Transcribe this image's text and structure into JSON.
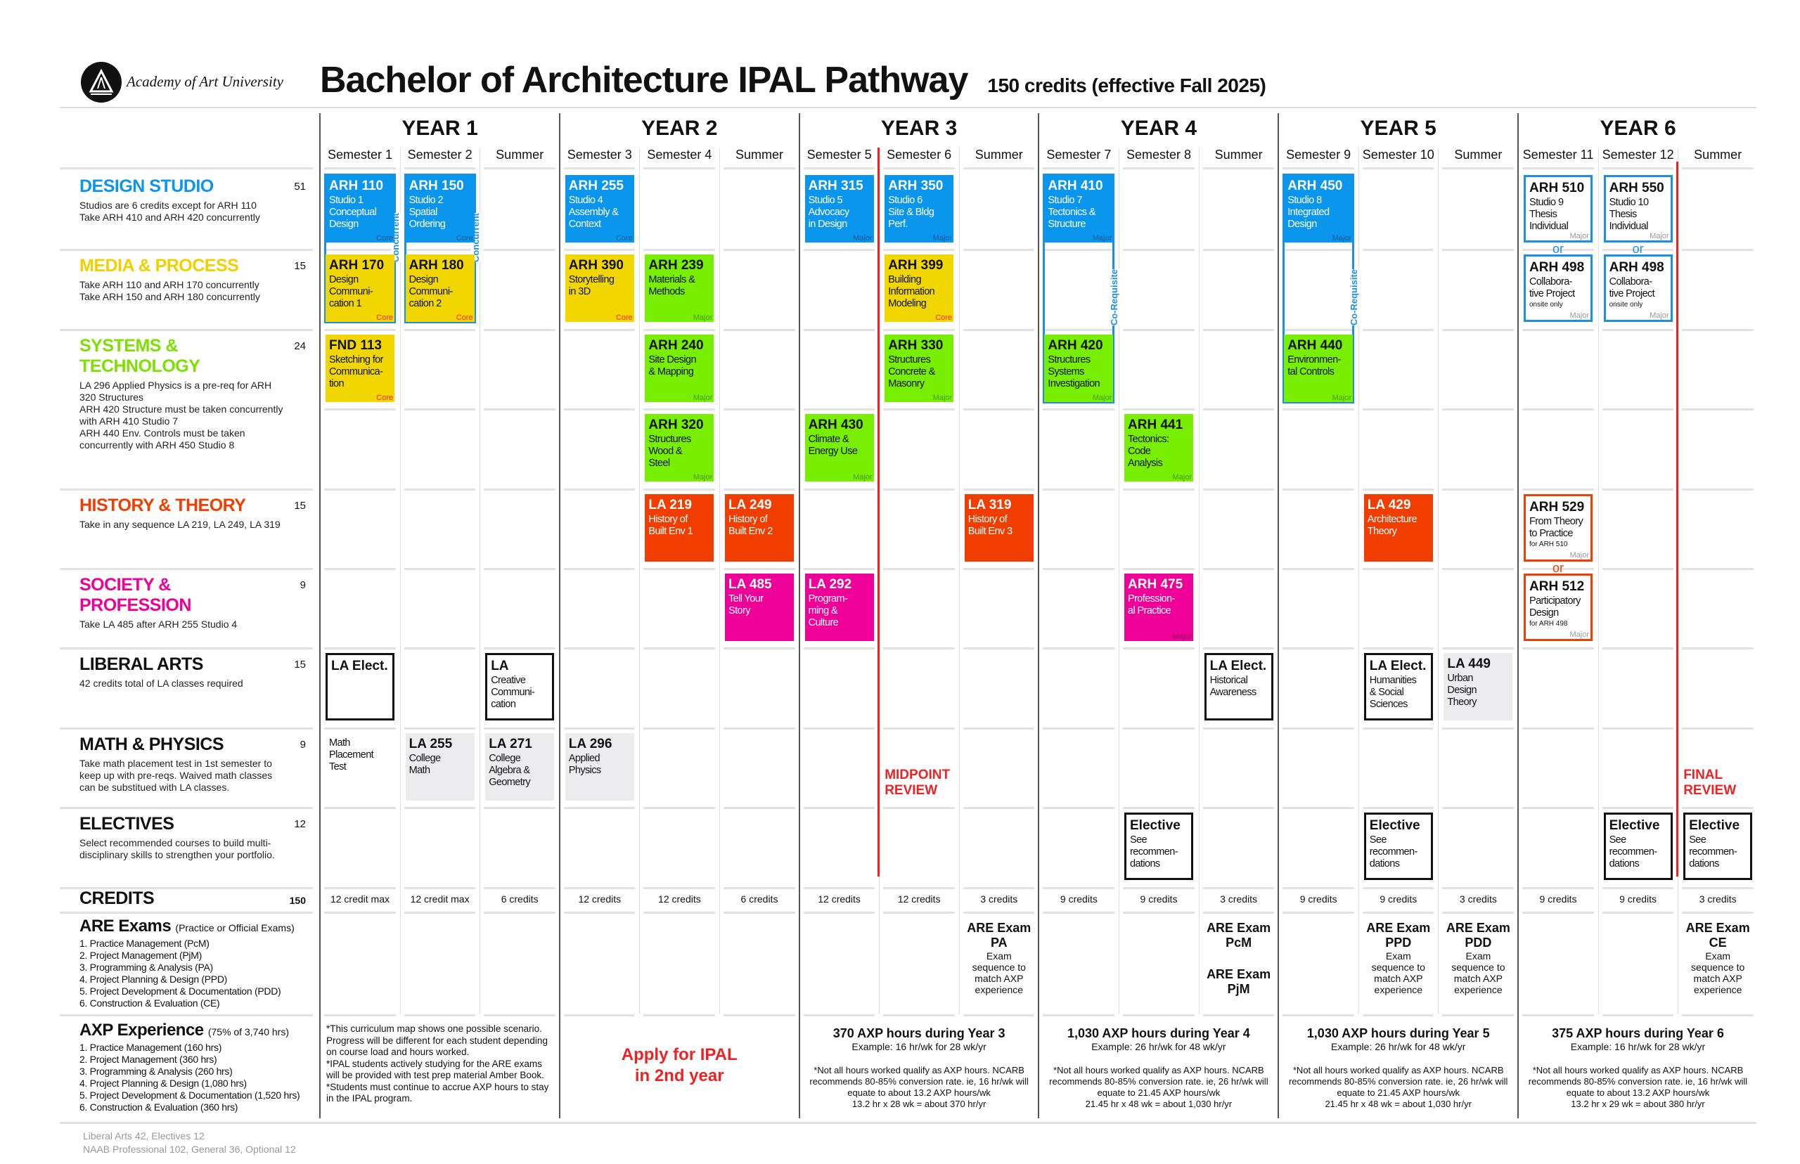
{
  "header": {
    "logo_text": "Academy of Art University",
    "title": "Bachelor of Architecture IPAL Pathway",
    "subtitle": "150 credits (effective Fall 2025)"
  },
  "years": [
    "YEAR 1",
    "YEAR 2",
    "YEAR 3",
    "YEAR 4",
    "YEAR 5",
    "YEAR 6"
  ],
  "terms": [
    "Semester 1",
    "Semester 2",
    "Summer",
    "Semester 3",
    "Semester 4",
    "Summer",
    "Semester 5",
    "Semester 6",
    "Summer",
    "Semester 7",
    "Semester 8",
    "Summer",
    "Semester 9",
    "Semester 10",
    "Summer",
    "Semester 11",
    "Semester 12",
    "Summer"
  ],
  "colors": {
    "design": "#0b96ee",
    "media": "#f2d000",
    "systems": "#7ee000",
    "history": "#f23d00",
    "society": "#ee0099",
    "review": "#ee2222"
  },
  "categories": [
    {
      "id": "design",
      "title": "DESIGN STUDIO",
      "credits": "51",
      "slot": 0,
      "color": "#0b96ee",
      "desc": "Studios are 6 credits except for ARH 110\nTake ARH 410 and ARH 420 concurrently"
    },
    {
      "id": "media",
      "title": "MEDIA & PROCESS",
      "credits": "15",
      "slot": 1,
      "color": "#f2d000",
      "desc": "Take ARH 110 and ARH 170 concurrently\nTake ARH 150 and ARH 180 concurrently"
    },
    {
      "id": "systems",
      "title": "SYSTEMS &\nTECHNOLOGY",
      "credits": "24",
      "slot": 2,
      "color": "#7ee000",
      "desc": "LA 296 Applied Physics is a pre-req for ARH 320 Structures\nARH 420 Structure must be taken concurrently with ARH 410 Studio 7\nARH 440 Env. Controls must be taken concurrently with ARH 450 Studio 8"
    },
    {
      "id": "history",
      "title": "HISTORY & THEORY",
      "credits": "15",
      "slot": 4,
      "color": "#f23d00",
      "desc": "Take in any sequence LA 219, LA 249, LA 319"
    },
    {
      "id": "society",
      "title": "SOCIETY &\nPROFESSION",
      "credits": "9",
      "slot": 5,
      "color": "#ee0099",
      "desc": "Take LA 485 after ARH 255 Studio 4"
    },
    {
      "id": "liberal",
      "title": "LIBERAL ARTS",
      "credits": "15",
      "slot": 6,
      "color": "#111111",
      "desc": "42 credits total of LA classes required"
    },
    {
      "id": "math",
      "title": "MATH & PHYSICS",
      "credits": "9",
      "slot": 7,
      "color": "#111111",
      "desc": "Take math placement test in 1st semester to keep up with pre-reqs. Waived math classes can be substitued with LA classes."
    },
    {
      "id": "electives",
      "title": "ELECTIVES",
      "credits": "12",
      "slot": 8,
      "color": "#111111",
      "desc": "Select recommended courses to build multi-disciplinary skills to strengthen your portfolio."
    }
  ],
  "courses": [
    {
      "code": "ARH 110",
      "title": "Studio 1\nConceptual\nDesign",
      "tag": "Core",
      "style": "blue",
      "term": 0,
      "slot": 0
    },
    {
      "code": "ARH 150",
      "title": "Studio 2\nSpatial\nOrdering",
      "tag": "Core",
      "style": "blue",
      "term": 1,
      "slot": 0
    },
    {
      "code": "ARH 255",
      "title": "Studio 4\nAssembly &\nContext",
      "tag": "Core",
      "style": "blue",
      "term": 3,
      "slot": 0
    },
    {
      "code": "ARH 315",
      "title": "Studio 5\nAdvocacy\nin Design",
      "tag": "Major",
      "style": "blue",
      "term": 6,
      "slot": 0
    },
    {
      "code": "ARH 350",
      "title": "Studio 6\nSite & Bldg\nPerf.",
      "tag": "Major",
      "style": "blue",
      "term": 7,
      "slot": 0
    },
    {
      "code": "ARH 410",
      "title": "Studio 7\nTectonics &\nStructure",
      "tag": "Major",
      "style": "blue",
      "term": 9,
      "slot": 0
    },
    {
      "code": "ARH 450",
      "title": "Studio 8\nIntegrated\nDesign",
      "tag": "Major",
      "style": "blue",
      "term": 12,
      "slot": 0
    },
    {
      "code": "ARH 510",
      "title": "Studio 9\nThesis\nIndividual",
      "tag": "Major",
      "style": "outline-blue",
      "term": 15,
      "slot": 0
    },
    {
      "code": "ARH 550",
      "title": "Studio 10\nThesis\nIndividual",
      "tag": "Major",
      "style": "outline-blue",
      "term": 16,
      "slot": 0
    },
    {
      "code": "ARH 170",
      "title": "Design\nCommuni-\ncation 1",
      "tag": "Core",
      "style": "yellow",
      "term": 0,
      "slot": 1
    },
    {
      "code": "ARH 180",
      "title": "Design\nCommuni-\ncation 2",
      "tag": "Core",
      "style": "yellow",
      "term": 1,
      "slot": 1
    },
    {
      "code": "ARH 390",
      "title": "Storytelling\nin 3D",
      "tag": "Core",
      "style": "yellow",
      "term": 3,
      "slot": 1
    },
    {
      "code": "ARH 239",
      "title": "Materials &\nMethods",
      "tag": "Major",
      "style": "green",
      "term": 4,
      "slot": 1
    },
    {
      "code": "ARH 399",
      "title": "Building\nInformation\nModeling",
      "tag": "Core",
      "style": "yellow",
      "term": 7,
      "slot": 1
    },
    {
      "code": "ARH 498",
      "title": "Collabora-\ntive Project",
      "note": "onsite only",
      "tag": "Major",
      "style": "outline-blue",
      "term": 15,
      "slot": 1
    },
    {
      "code": "ARH 498",
      "title": "Collabora-\ntive Project",
      "note": "onsite only",
      "tag": "Major",
      "style": "outline-blue",
      "term": 16,
      "slot": 1
    },
    {
      "code": "FND 113",
      "title": "Sketching for\nCommunica-\ntion",
      "tag": "Core",
      "style": "yellow",
      "term": 0,
      "slot": 2
    },
    {
      "code": "ARH 240",
      "title": "Site Design\n& Mapping",
      "tag": "Major",
      "style": "green",
      "term": 4,
      "slot": 2
    },
    {
      "code": "ARH 330",
      "title": "Structures\nConcrete &\nMasonry",
      "tag": "Major",
      "style": "green",
      "term": 7,
      "slot": 2
    },
    {
      "code": "ARH 420",
      "title": "Structures\nSystems\nInvestigation",
      "tag": "Major",
      "style": "green",
      "term": 9,
      "slot": 2
    },
    {
      "code": "ARH 440",
      "title": "Environmen-\ntal Controls",
      "tag": "Major",
      "style": "green",
      "term": 12,
      "slot": 2
    },
    {
      "code": "ARH 320",
      "title": "Structures\nWood &\nSteel",
      "tag": "Major",
      "style": "green",
      "term": 4,
      "slot": 3
    },
    {
      "code": "ARH 430",
      "title": "Climate &\nEnergy Use",
      "tag": "Major",
      "style": "green",
      "term": 6,
      "slot": 3
    },
    {
      "code": "ARH 441",
      "title": "Tectonics:\nCode\nAnalysis",
      "tag": "Major",
      "style": "green",
      "term": 10,
      "slot": 3
    },
    {
      "code": "LA 219",
      "title": "History of\nBuilt Env 1",
      "style": "orange",
      "term": 4,
      "slot": 4
    },
    {
      "code": "LA 249",
      "title": "History of\nBuilt Env 2",
      "style": "orange",
      "term": 5,
      "slot": 4
    },
    {
      "code": "LA 319",
      "title": "History of\nBuilt Env 3",
      "style": "orange",
      "term": 8,
      "slot": 4
    },
    {
      "code": "LA 429",
      "title": "Architecture\nTheory",
      "style": "orange",
      "term": 13,
      "slot": 4
    },
    {
      "code": "ARH 529",
      "title": "From Theory\nto Practice",
      "note": "for ARH 510",
      "tag": "Major",
      "style": "outline-orange",
      "term": 15,
      "slot": 4
    },
    {
      "code": "LA 485",
      "title": "Tell Your\nStory",
      "style": "magenta",
      "term": 5,
      "slot": 5
    },
    {
      "code": "LA 292",
      "title": "Program-\nming &\nCulture",
      "style": "magenta",
      "term": 6,
      "slot": 5
    },
    {
      "code": "ARH 475",
      "title": "Profession-\nal Practice",
      "tag": "Major",
      "style": "magenta",
      "term": 10,
      "slot": 5
    },
    {
      "code": "ARH 512",
      "title": "Participatory\nDesign",
      "note": "for ARH 498",
      "tag": "Major",
      "style": "outline-orange",
      "term": 15,
      "slot": 5
    },
    {
      "code": "LA Elect.",
      "title": "",
      "style": "outline-black",
      "term": 0,
      "slot": 6
    },
    {
      "code": "LA",
      "title": "Creative\nCommuni-\ncation",
      "style": "outline-black",
      "term": 2,
      "slot": 6
    },
    {
      "code": "LA Elect.",
      "title": "Historical\nAwareness",
      "style": "outline-black",
      "term": 11,
      "slot": 6
    },
    {
      "code": "LA Elect.",
      "title": "Humanities\n& Social\nSciences",
      "style": "outline-black",
      "term": 13,
      "slot": 6
    },
    {
      "code": "LA 449",
      "title": "Urban\nDesign\nTheory",
      "style": "gray",
      "term": 14,
      "slot": 6
    },
    {
      "code": "",
      "title": "Math\nPlacement\nTest",
      "style": "plain",
      "term": 0,
      "slot": 7
    },
    {
      "code": "LA 255",
      "title": "College\nMath",
      "style": "gray",
      "term": 1,
      "slot": 7
    },
    {
      "code": "LA 271",
      "title": "College\nAlgebra &\nGeometry",
      "style": "gray",
      "term": 2,
      "slot": 7
    },
    {
      "code": "LA 296",
      "title": "Applied\nPhysics",
      "style": "gray",
      "term": 3,
      "slot": 7
    },
    {
      "code": "Elective",
      "title": "See\nrecommen-\ndations",
      "style": "outline-black",
      "term": 10,
      "slot": 8
    },
    {
      "code": "Elective",
      "title": "See\nrecommen-\ndations",
      "style": "outline-black",
      "term": 13,
      "slot": 8
    },
    {
      "code": "Elective",
      "title": "See\nrecommen-\ndations",
      "style": "outline-black",
      "term": 16,
      "slot": 8
    },
    {
      "code": "Elective",
      "title": "See\nrecommen-\ndations",
      "style": "outline-black",
      "term": 17,
      "slot": 8
    }
  ],
  "links": [
    {
      "label": "Concurrent",
      "term": 0,
      "from": 0,
      "to": 1
    },
    {
      "label": "Concurrent",
      "term": 1,
      "from": 0,
      "to": 1
    },
    {
      "label": "Co-Requisite",
      "term": 9,
      "from": 0,
      "to": 2
    },
    {
      "label": "Co-Requisite",
      "term": 12,
      "from": 0,
      "to": 2
    }
  ],
  "or_labels": [
    {
      "text": "or",
      "term": 15,
      "after_slot": 0,
      "color": "#1a8fe8"
    },
    {
      "text": "or",
      "term": 16,
      "after_slot": 0,
      "color": "#1a8fe8"
    },
    {
      "text": "or",
      "term": 15,
      "after_slot": 4,
      "color": "#f23d00"
    }
  ],
  "reviews": [
    {
      "text": "MIDPOINT\nREVIEW",
      "term": 7
    },
    {
      "text": "FINAL\nREVIEW",
      "term": 17
    }
  ],
  "credits": {
    "label": "CREDITS",
    "total": "150",
    "per_term": [
      "12 credit max",
      "12 credit max",
      "6 credits",
      "12 credits",
      "12 credits",
      "6 credits",
      "12 credits",
      "12 credits",
      "3 credits",
      "9 credits",
      "9 credits",
      "3 credits",
      "9 credits",
      "9 credits",
      "3 credits",
      "9 credits",
      "9 credits",
      "3 credits"
    ]
  },
  "are": {
    "title": "ARE Exams",
    "subtitle": "(Practice or Official Exams)",
    "list": [
      "1. Practice Management (PcM)",
      "2. Project Management (PjM)",
      "3. Programming & Analysis (PA)",
      "4. Project Planning & Design (PPD)",
      "5. Project Development & Documentation (PDD)",
      "6. Construction & Evaluation (CE)"
    ],
    "cells": [
      {
        "term": 8,
        "exams": [
          {
            "title": "ARE Exam\nPA",
            "note": "Exam\nsequence to\nmatch AXP\nexperience"
          }
        ]
      },
      {
        "term": 11,
        "exams": [
          {
            "title": "ARE Exam\nPcM",
            "note": ""
          },
          {
            "title": "ARE Exam\nPjM",
            "note": ""
          }
        ]
      },
      {
        "term": 13,
        "exams": [
          {
            "title": "ARE Exam\nPPD",
            "note": "Exam\nsequence to\nmatch AXP\nexperience"
          }
        ]
      },
      {
        "term": 14,
        "exams": [
          {
            "title": "ARE Exam\nPDD",
            "note": "Exam\nsequence to\nmatch AXP\nexperience"
          }
        ]
      },
      {
        "term": 17,
        "exams": [
          {
            "title": "ARE Exam\nCE",
            "note": "Exam\nsequence to\nmatch AXP\nexperience"
          }
        ]
      }
    ]
  },
  "axp": {
    "title": "AXP Experience",
    "subtitle": "(75% of 3,740 hrs)",
    "list": [
      "1. Practice Management (160 hrs)",
      "2. Project Management (360 hrs)",
      "3. Programming & Analysis (260 hrs)",
      "4. Project Planning & Design (1,080 hrs)",
      "5. Project Development & Documentation (1,520 hrs)",
      "6. Construction & Evaluation (360 hrs)"
    ],
    "year1_note": "*This curriculum map shows one possible scenario. Progress will be different for each student depending on course load and hours worked.\n *IPAL students actively studying for the ARE exams will be provided with test prep material Amber Book.\n*Students must continue to accrue AXP hours to stay in the IPAL program.",
    "year2_note": "Apply for IPAL\nin 2nd year",
    "years": [
      {
        "year": 3,
        "title": "370 AXP hours during Year 3",
        "example": "Example: 16 hr/wk for 28 wk/yr",
        "note": "*Not all hours worked qualify as AXP hours. NCARB recommends 80-85% conversion rate. ie, 16 hr/wk will equate to about 13.2 AXP hours/wk\n13.2 hr x 28 wk = about 370 hr/yr"
      },
      {
        "year": 4,
        "title": "1,030 AXP hours during Year 4",
        "example": "Example: 26 hr/wk for 48 wk/yr",
        "note": "*Not all hours worked qualify as AXP hours. NCARB recommends 80-85% conversion rate. ie, 26 hr/wk will equate to 21.45 AXP hours/wk\n21.45 hr x 48 wk =  about 1,030 hr/yr"
      },
      {
        "year": 5,
        "title": "1,030 AXP hours during Year 5",
        "example": "Example: 26 hr/wk for 48 wk/yr",
        "note": "*Not all hours worked qualify as AXP hours. NCARB recommends 80-85% conversion rate. ie, 26 hr/wk will equate to 21.45 AXP hours/wk\n21.45 hr x 48 wk =  about 1,030 hr/yr"
      },
      {
        "year": 6,
        "title": "375 AXP hours during Year 6",
        "example": "Example: 16 hr/wk for 28 wk/yr",
        "note": "*Not all hours worked qualify as AXP hours. NCARB recommends 80-85% conversion rate. ie, 16 hr/wk will equate to about 13.2 AXP hours/wk\n13.2 hr x 29 wk = about 380 hr/yr"
      }
    ]
  },
  "footer": [
    "Liberal Arts 42, Electives 12",
    "NAAB Professional 102, General 36, Optional 12"
  ]
}
